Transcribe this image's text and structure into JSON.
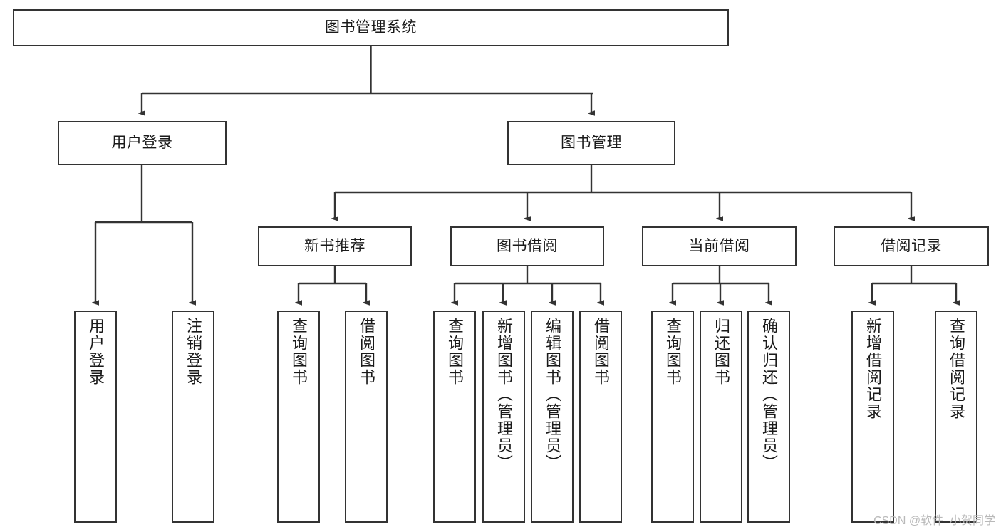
{
  "diagram": {
    "type": "tree-hierarchy",
    "title": "图书管理系统",
    "orientation": "top-down",
    "colors": {
      "box_border": "#333333",
      "box_fill": "#ffffff",
      "edge": "#333333",
      "text": "#1a1a1a",
      "watermark": "#b9b9b9",
      "background": "#ffffff"
    },
    "watermark": "CSDN @软件_小贺同学",
    "nodes": {
      "root": {
        "label": "图书管理系统",
        "level": 1
      },
      "l2": [
        {
          "id": "user-login",
          "label": "用户登录",
          "level": 2
        },
        {
          "id": "book-manage",
          "label": "图书管理",
          "level": 2
        }
      ],
      "l3": [
        {
          "id": "new-book-recommend",
          "label": "新书推荐",
          "level": 3
        },
        {
          "id": "book-borrow",
          "label": "图书借阅",
          "level": 3
        },
        {
          "id": "current-borrow",
          "label": "当前借阅",
          "level": 3
        },
        {
          "id": "borrow-record",
          "label": "借阅记录",
          "level": 3
        }
      ],
      "leaves": {
        "user-login": [
          {
            "id": "leaf-user-login",
            "label": "用户登录"
          },
          {
            "id": "leaf-logout-login",
            "label": "注销登录"
          }
        ],
        "new-book-recommend": [
          {
            "id": "leaf-query-book-1",
            "label": "查询图书"
          },
          {
            "id": "leaf-borrow-book-1",
            "label": "借阅图书"
          }
        ],
        "book-borrow": [
          {
            "id": "leaf-query-book-2",
            "label": "查询图书"
          },
          {
            "id": "leaf-add-book-admin",
            "label": "新增图书（管理员）"
          },
          {
            "id": "leaf-edit-book-admin",
            "label": "编辑图书（管理员）"
          },
          {
            "id": "leaf-borrow-book-2",
            "label": "借阅图书"
          }
        ],
        "current-borrow": [
          {
            "id": "leaf-query-book-3",
            "label": "查询图书"
          },
          {
            "id": "leaf-return-book",
            "label": "归还图书"
          },
          {
            "id": "leaf-confirm-return-admin",
            "label": "确认归还（管理员）"
          }
        ],
        "borrow-record": [
          {
            "id": "leaf-add-borrow-record",
            "label": "新增借阅记录"
          },
          {
            "id": "leaf-query-borrow-record",
            "label": "查询借阅记录"
          }
        ]
      }
    },
    "edges": [
      {
        "from": "图书管理系统",
        "to": "用户登录"
      },
      {
        "from": "图书管理系统",
        "to": "图书管理"
      },
      {
        "from": "图书管理",
        "to": "新书推荐"
      },
      {
        "from": "图书管理",
        "to": "图书借阅"
      },
      {
        "from": "图书管理",
        "to": "当前借阅"
      },
      {
        "from": "图书管理",
        "to": "借阅记录"
      },
      {
        "from": "用户登录",
        "to": "用户登录(叶)"
      },
      {
        "from": "用户登录",
        "to": "注销登录"
      },
      {
        "from": "新书推荐",
        "to": "查询图书"
      },
      {
        "from": "新书推荐",
        "to": "借阅图书"
      },
      {
        "from": "图书借阅",
        "to": "查询图书"
      },
      {
        "from": "图书借阅",
        "to": "新增图书（管理员）"
      },
      {
        "from": "图书借阅",
        "to": "编辑图书（管理员）"
      },
      {
        "from": "图书借阅",
        "to": "借阅图书"
      },
      {
        "from": "当前借阅",
        "to": "查询图书"
      },
      {
        "from": "当前借阅",
        "to": "归还图书"
      },
      {
        "from": "当前借阅",
        "to": "确认归还（管理员）"
      },
      {
        "from": "借阅记录",
        "to": "新增借阅记录"
      },
      {
        "from": "借阅记录",
        "to": "查询借阅记录"
      }
    ]
  }
}
